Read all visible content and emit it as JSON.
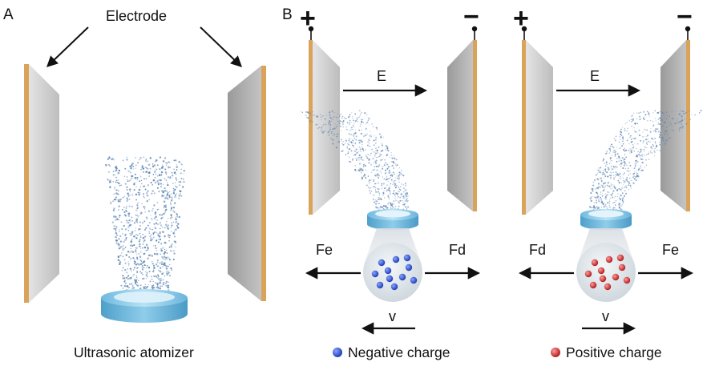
{
  "panels": {
    "a": {
      "letter": "A",
      "electrode_label": "Electrode",
      "caption": "Ultrasonic atomizer"
    },
    "b": {
      "letter": "B"
    }
  },
  "scenarios": [
    {
      "id": "negative",
      "left_sign": "+",
      "right_sign": "−",
      "field_label": "E",
      "left_force": "Fe",
      "right_force": "Fd",
      "velocity_label": "v",
      "velocity_direction": "left",
      "particle_color": "#3456c8",
      "legend_text": "Negative charge"
    },
    {
      "id": "positive",
      "left_sign": "+",
      "right_sign": "−",
      "field_label": "E",
      "left_force": "Fd",
      "right_force": "Fe",
      "velocity_label": "v",
      "velocity_direction": "right",
      "particle_color": "#cc3a3a",
      "legend_text": "Positive charge"
    }
  ],
  "colors": {
    "plate_face": "#cdcdcd",
    "plate_face_dark": "#9e9e9e",
    "plate_edge": "#d9a35a",
    "atomizer": "#7cc4e6",
    "mist": "#5f86b4"
  }
}
